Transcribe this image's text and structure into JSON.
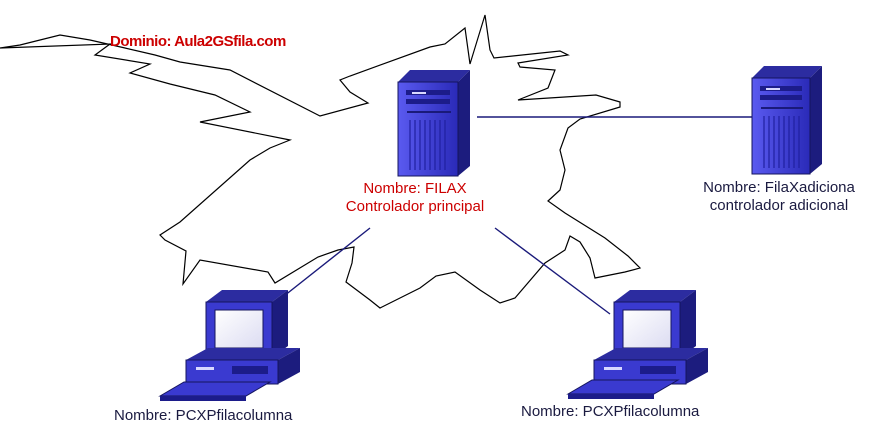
{
  "domain_label": "Dominio: Aula2GSfila.com",
  "main_controller": {
    "name": "Nombre: FILAX",
    "role": "Controlador principal"
  },
  "additional_controller": {
    "name": "Nombre: FilaXadiciona",
    "role": "controlador adicional"
  },
  "pc_left": {
    "name": "Nombre: PCXPfilacolumna"
  },
  "pc_right": {
    "name": "Nombre: PCXPfilacolumna"
  },
  "colors": {
    "label_red": "#cc0000",
    "link_blue": "#1a1a7a",
    "device_blue": "#3a3ad0",
    "device_dark": "#1c1c8a",
    "text_dark": "#1a1a40"
  },
  "icons": {
    "server": "server-tower-icon",
    "workstation": "desktop-computer-icon"
  }
}
